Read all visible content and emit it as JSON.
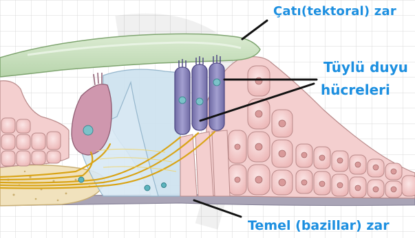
{
  "labels": {
    "tectorial_membrane": "Çatı(tektoral) zar",
    "hair_cells_line1": "Tüylü duyu",
    "hair_cells_line2": "hücreleri",
    "basilar_membrane": "Temel (bazillar) zar"
  },
  "colors": {
    "label_text": "#1c8fe0",
    "grid_line": "#d7d7d7",
    "tectorial_membrane": "#cde3c4",
    "hair_cell": "#8d88bd",
    "cell_pink": "#f2c9c9",
    "nerve_fiber": "#e2b21a",
    "support_blue": "#cfe3f0",
    "bone": "#f1e2bd"
  }
}
